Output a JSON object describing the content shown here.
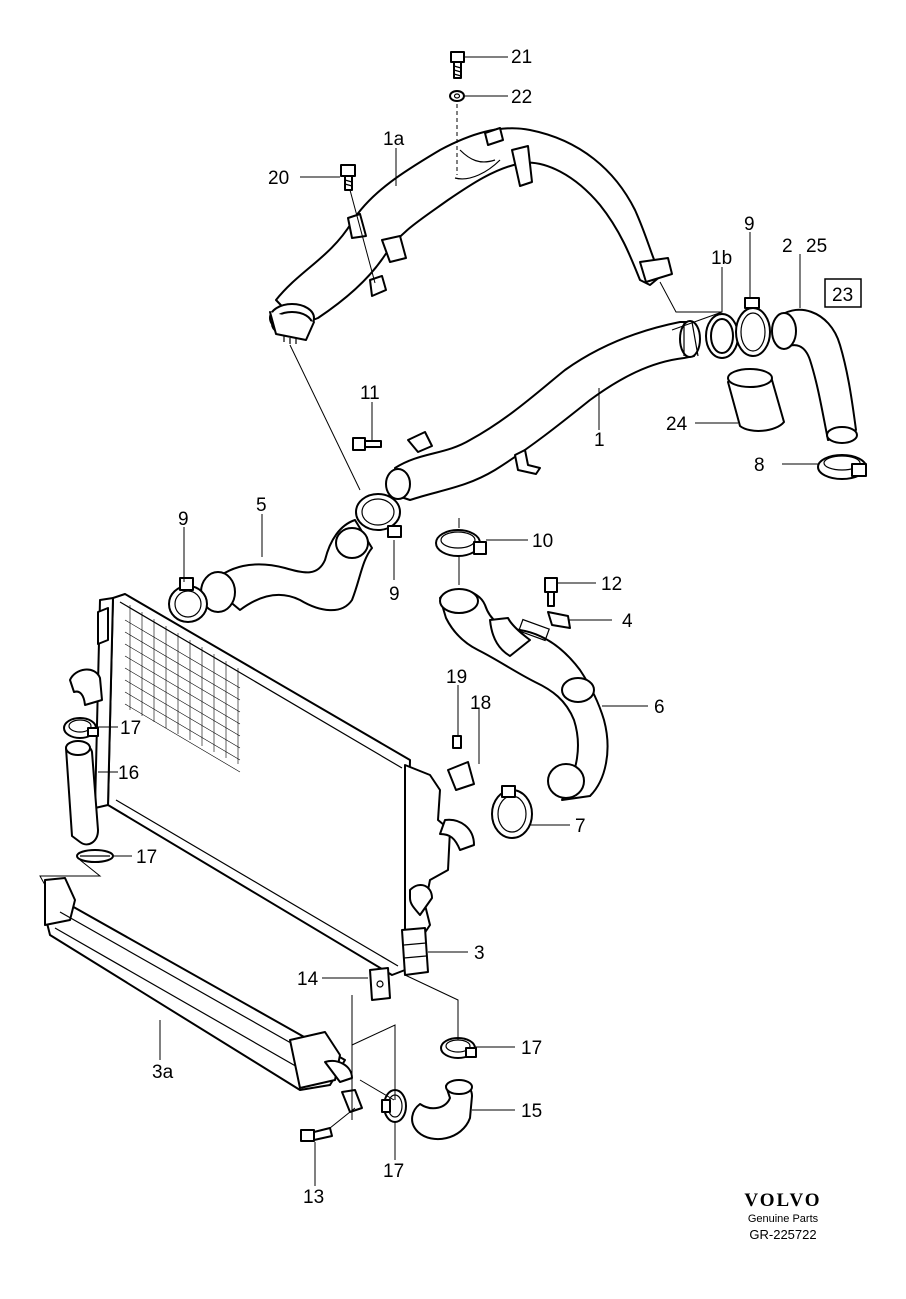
{
  "labels": {
    "l21": "21",
    "l22": "22",
    "l1a": "1a",
    "l20": "20",
    "l9a": "9",
    "l2": "2",
    "l25": "25",
    "l1b": "1b",
    "l23": "23",
    "l11": "11",
    "l1": "1",
    "l24": "24",
    "l8": "8",
    "l5": "5",
    "l9b": "9",
    "l10": "10",
    "l9c": "9",
    "l12": "12",
    "l4": "4",
    "l19": "19",
    "l18": "18",
    "l6": "6",
    "l17a": "17",
    "l16": "16",
    "l17b": "17",
    "l7": "7",
    "l3": "3",
    "l14": "14",
    "l17c": "17",
    "l3a": "3a",
    "l15": "15",
    "l13": "13",
    "l17d": "17"
  },
  "brand": {
    "logo": "VOLVO",
    "subtitle": "Genuine Parts",
    "code": "GR-225722"
  }
}
